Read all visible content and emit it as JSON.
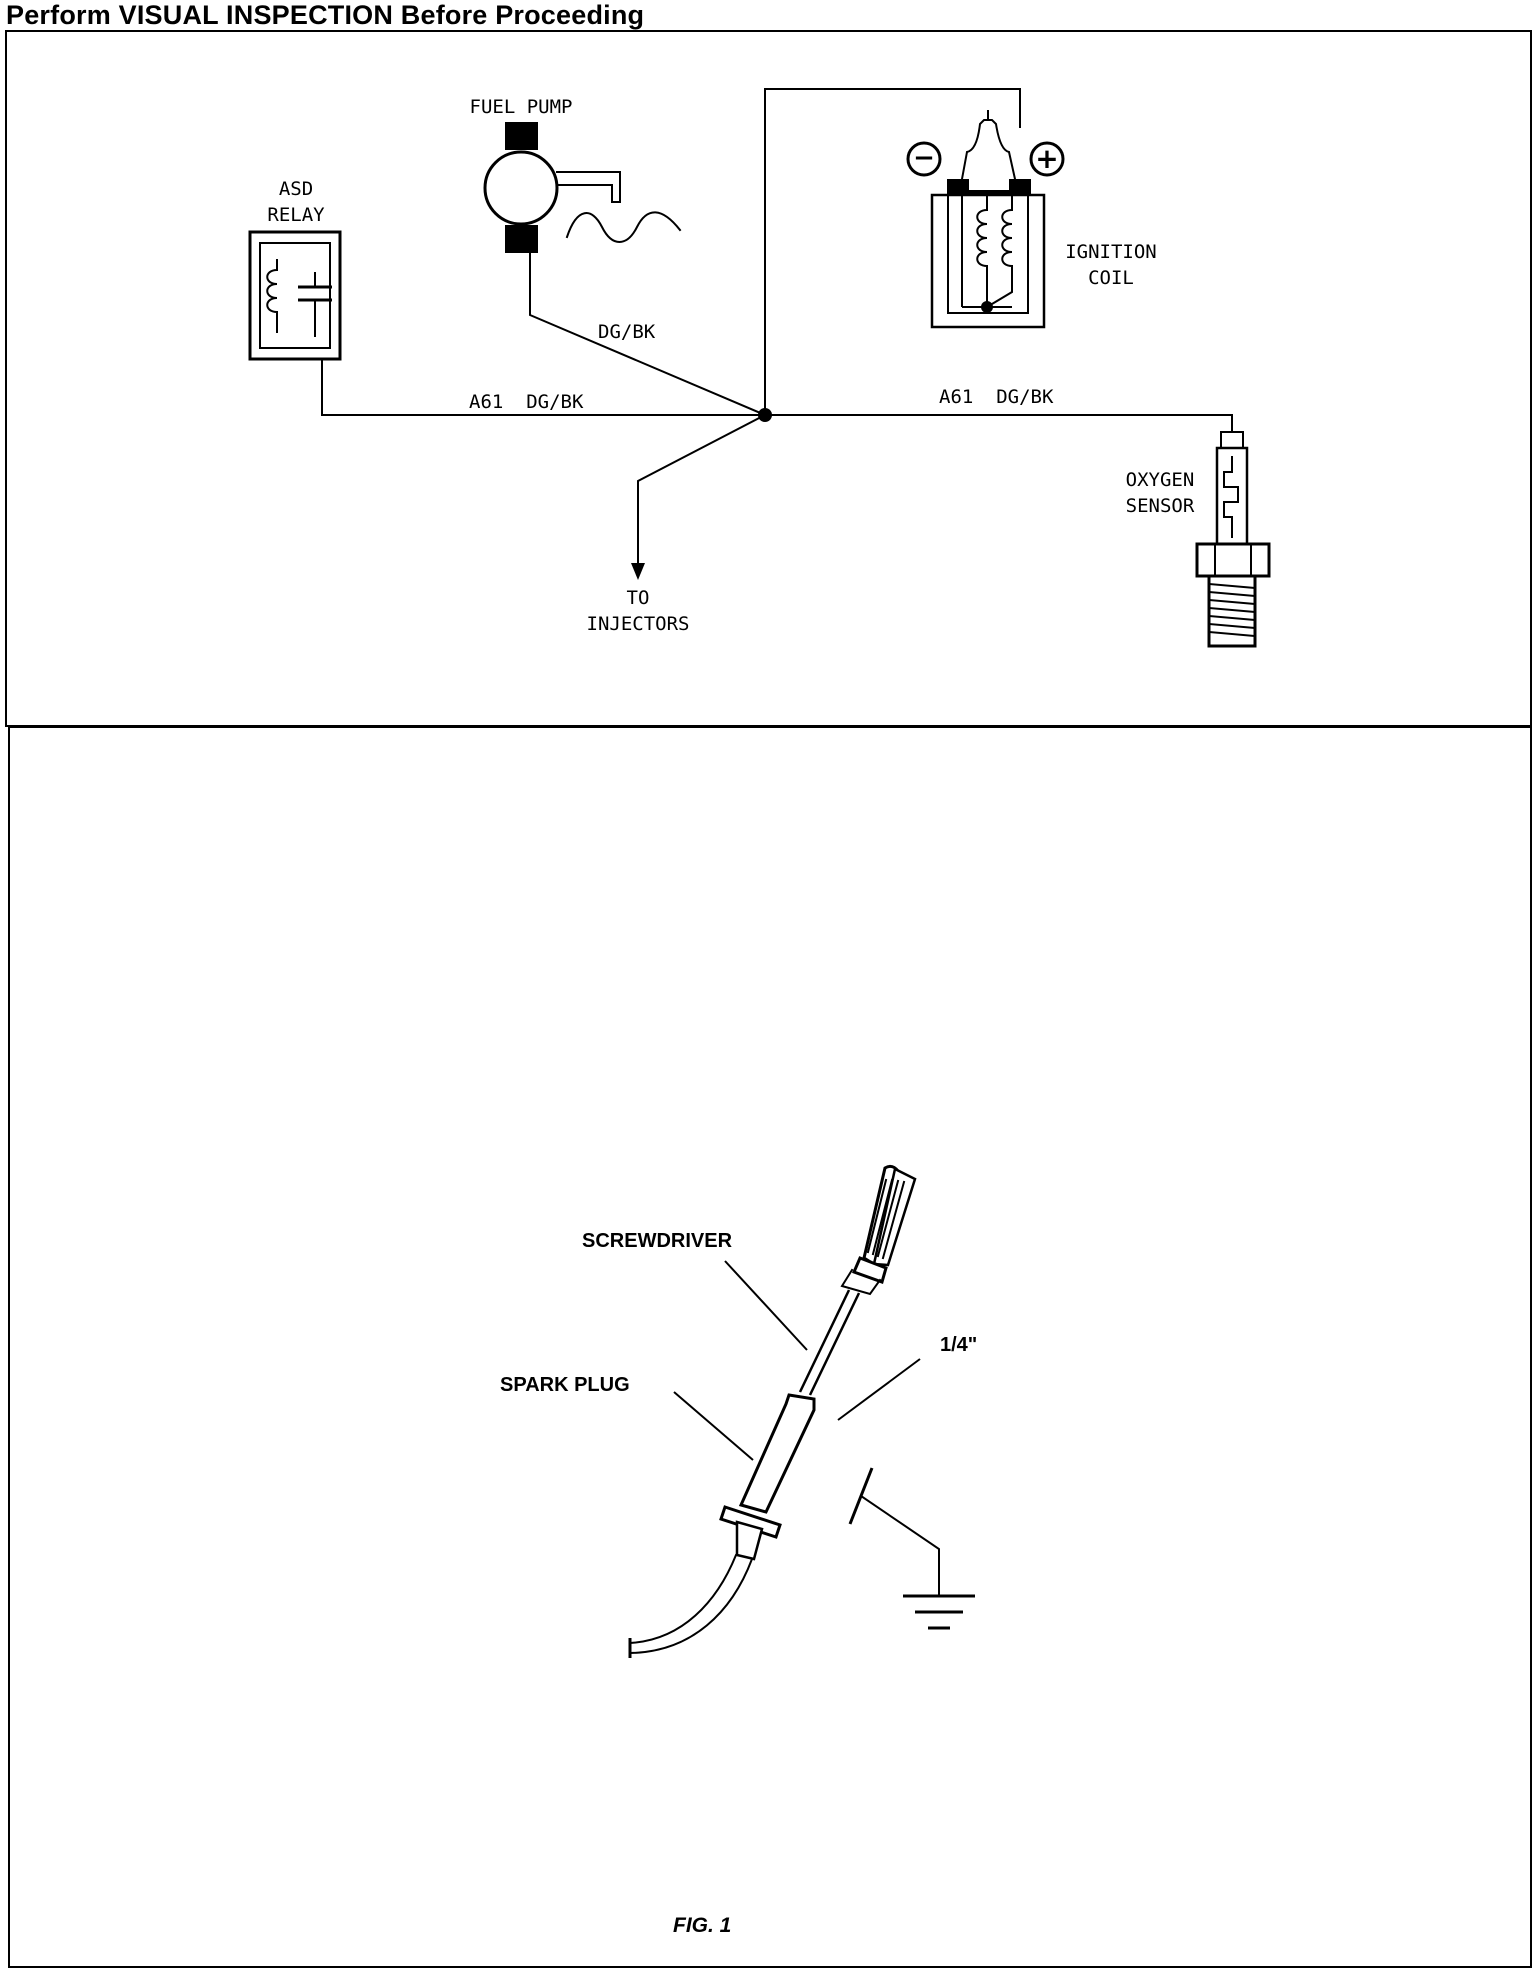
{
  "header": {
    "title": "Perform VISUAL INSPECTION Before Proceeding"
  },
  "wiring_diagram": {
    "asd_relay_label_line1": "ASD",
    "asd_relay_label_line2": "RELAY",
    "fuel_pump_label": "FUEL PUMP",
    "ignition_coil_label_line1": "IGNITION",
    "ignition_coil_label_line2": "COIL",
    "oxygen_sensor_label_line1": "OXYGEN",
    "oxygen_sensor_label_line2": "SENSOR",
    "injectors_label_line1": "TO",
    "injectors_label_line2": "INJECTORS",
    "wire_pump": "DG/BK",
    "wire_left": "A61  DG/BK",
    "wire_right": "A61  DG/BK",
    "coil_negative": "−",
    "coil_positive": "+"
  },
  "spark_test_figure": {
    "screwdriver_label": "SCREWDRIVER",
    "spark_plug_label": "SPARK PLUG",
    "gap_label": "1/4\"",
    "caption": "FIG. 1"
  }
}
